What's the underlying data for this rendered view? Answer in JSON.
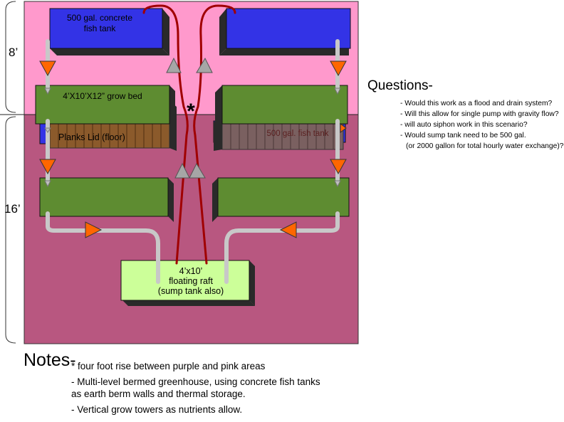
{
  "dimensions": {
    "upper": "8’",
    "lower": "16’"
  },
  "labels": {
    "fish_tank_top": [
      "500 gal. concrete",
      "fish tank"
    ],
    "grow_bed": "4’X10’X12” grow bed",
    "planks_lid": "Planks Lid (floor)",
    "fish_tank_right": "500 gal. fish tank",
    "asterisk": "*",
    "raft": [
      "4’x10’",
      "floating raft",
      "(sump tank also)"
    ]
  },
  "questions": {
    "title": "Questions-",
    "items": [
      "- Would this work as a flood and drain system?",
      "- Will this allow for single pump with gravity flow?",
      "- will auto siphon work in this scenario?",
      "- Would sump tank need to be 500 gal.",
      "(or 2000 gallon for total hourly water exchange)?"
    ]
  },
  "notes": {
    "title": "Notes-",
    "items": [
      "* four foot rise between purple and pink areas",
      "- Multi-level bermed greenhouse, using concrete fish tanks as earth berm walls and thermal storage.",
      "- Vertical grow towers as nutrients allow."
    ]
  },
  "colors": {
    "pink_area": "#ff99cc",
    "purple_area": "#b85780",
    "fish_tank": "#3333e6",
    "grow_bed": "#5e8c31",
    "raft": "#ccff99",
    "planks": "#8b5a2b",
    "pipe_red": "#a00000",
    "flow_arrow": "#ff6600",
    "gray_arrow": "#a6a6a6"
  }
}
